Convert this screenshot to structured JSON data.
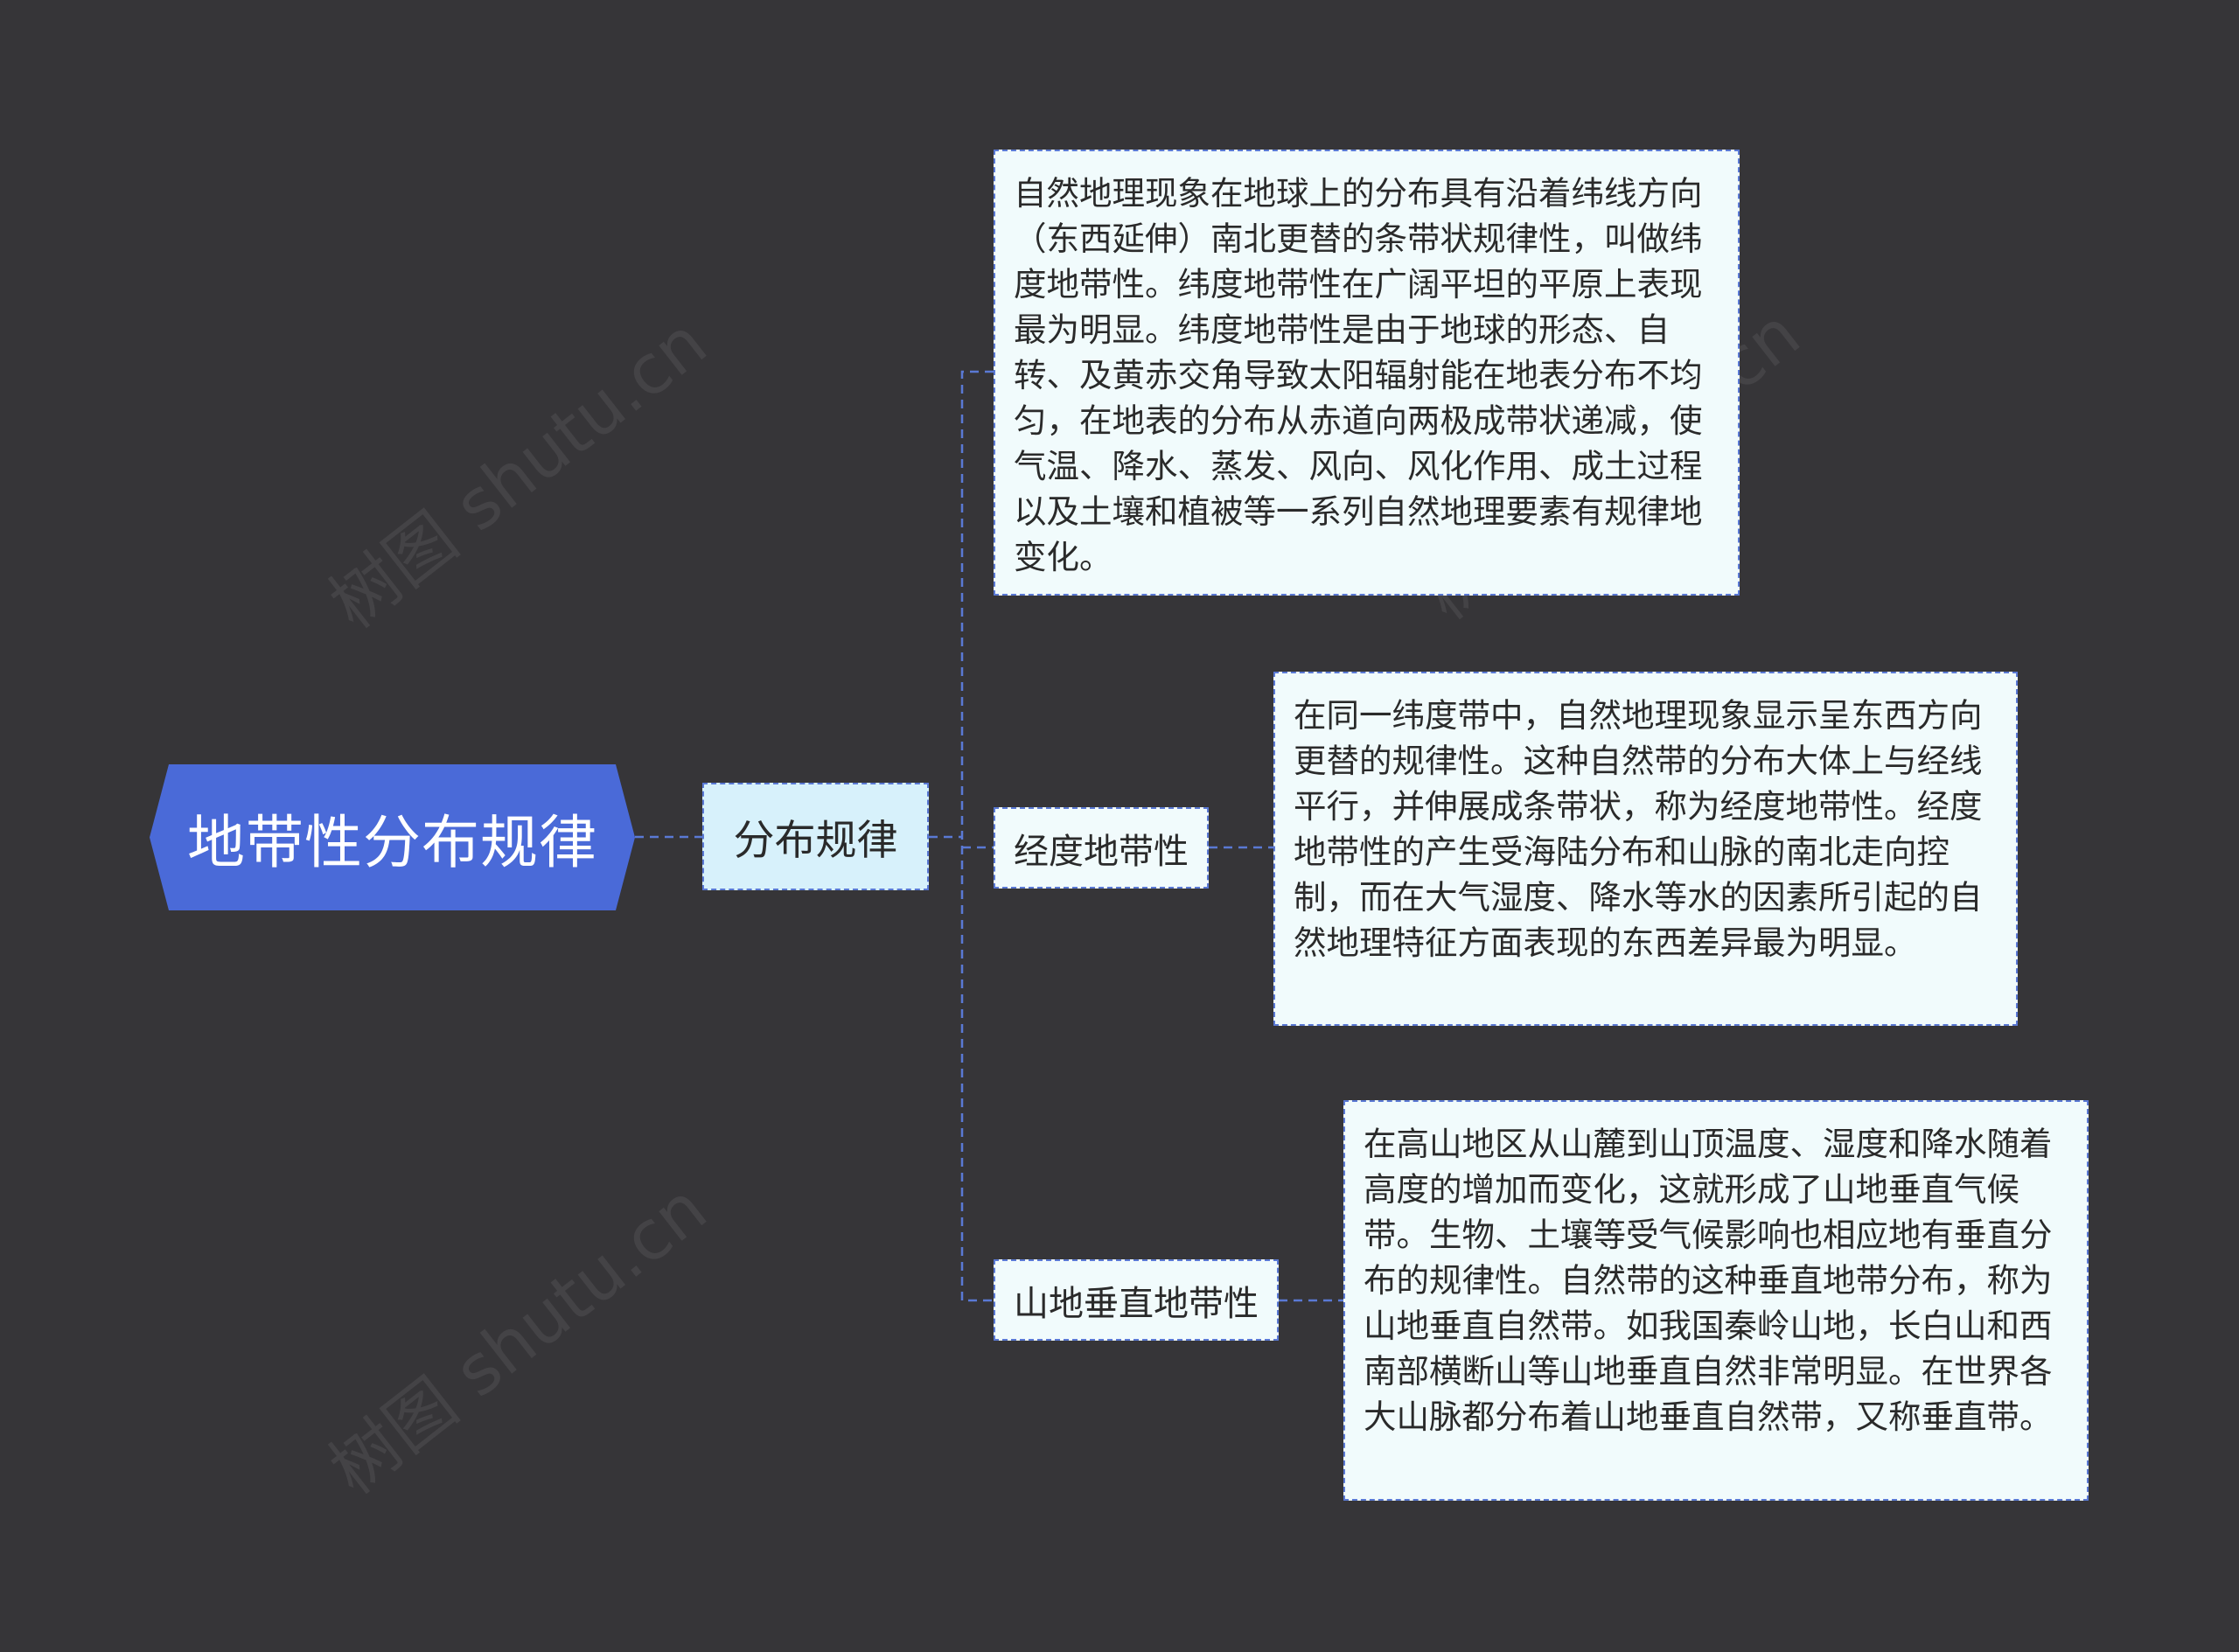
{
  "root": {
    "label": "地带性分布规律"
  },
  "branch": {
    "label": "分布规律"
  },
  "description": "自然地理现象在地球上的分布具有沿着纬线方向（东西延伸）南北更替的条带状规律性，叫做纬度地带性。纬度地带性在广阔平坦的平原上表现最为明显。纬度地带性是由于地球的形态、自转、及黄赤交角导致太阳辐射能在地表分布不均匀，在地表的分布从赤道向两极成带状递减，使气温、降水、蒸发、风向、风化作用、成土过程以及土壤和植被等一系列自然地理要素有规律地变化。",
  "topics": [
    {
      "label": "经度地带性",
      "detail": "在同一纬度带中，自然地理现象显示呈东西方向更替的规律性。这种自然带的分布大体上与经线平行，并伸展成条带状，称为经度地带性。经度地带性的产生受海陆分布和山脉的南北走向控制，而在大气湿度、降水等水的因素所引起的自然地理特征方面表现的东西差异最为明显。"
    },
    {
      "label": "山地垂直地带性",
      "detail": "在高山地区从山麓到山顶温度、湿度和降水随着高度的增加而变化，这就形成了山地垂直气候带。生物、土壤等受气候影响也相应地有垂直分布的规律性。自然带的这种垂直地带分布，称为山地垂直自然带。如我国秦岭山地，长白山和西南部横断山等山地垂直自然非常明显。在世界各大山脉都分布着山地垂直自然带，又称垂直带。"
    }
  ],
  "watermark": "树图 shutu.cn",
  "colors": {
    "background": "#363538",
    "root": "#4a6ad8",
    "branch": "#d7f1fb",
    "box": "#f1fbfc",
    "connector": "#5a79d4"
  }
}
